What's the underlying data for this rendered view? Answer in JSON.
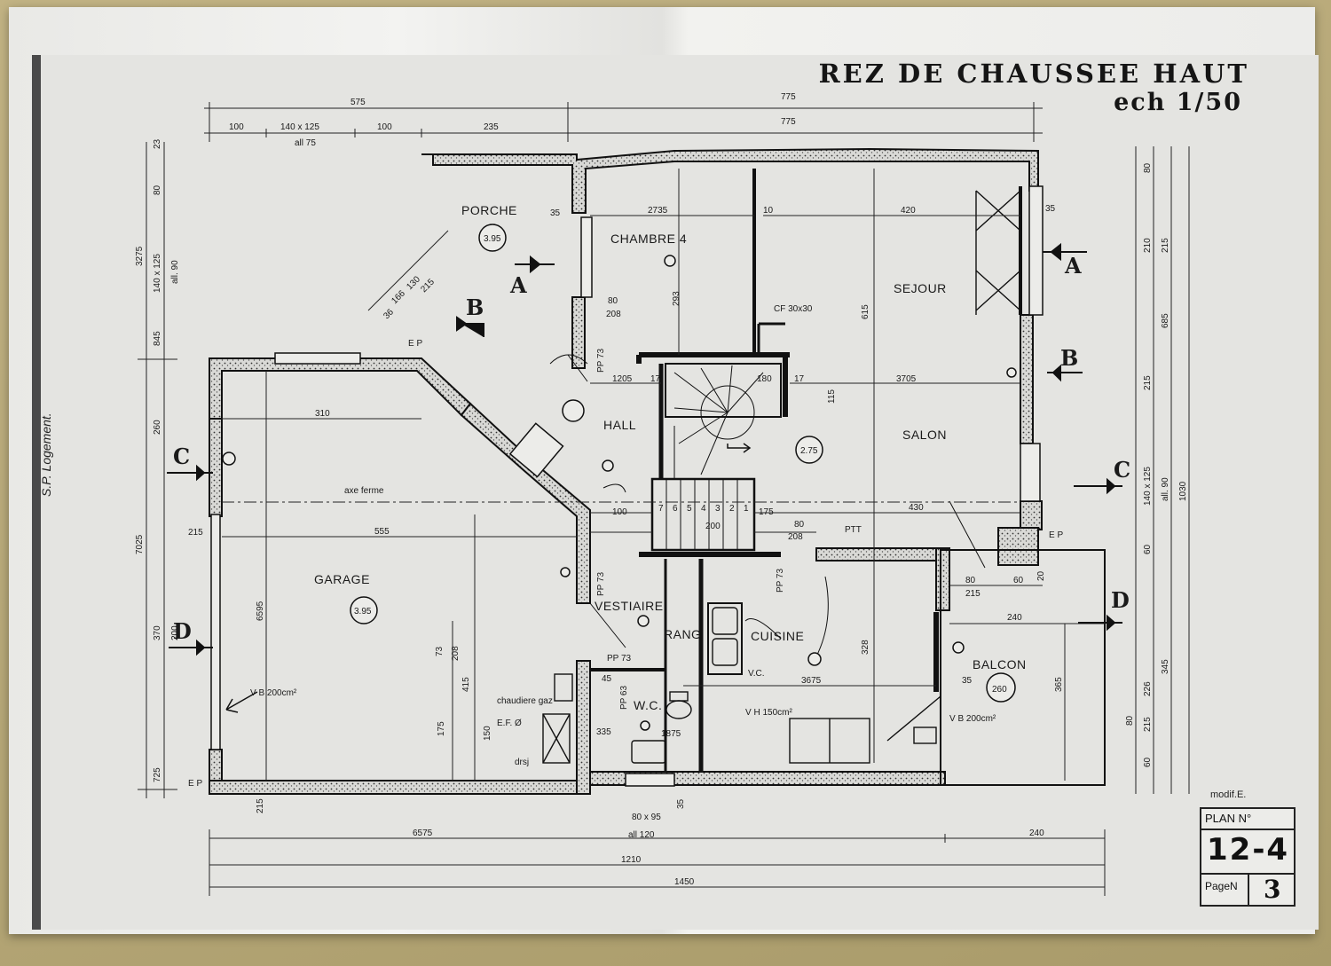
{
  "title": "REZ DE CHAUSSEE HAUT",
  "scale": "ech 1/50",
  "side_note": "S.P. Logement.",
  "rooms": {
    "porche": "PORCHE",
    "porche_level": "3.95",
    "chambre": "CHAMBRE 4",
    "sejour": "SEJOUR",
    "salon": "SALON",
    "hall": "HALL",
    "hall_level": "2.75",
    "garage": "GARAGE",
    "garage_level": "3.95",
    "vestiaire": "VESTIAIRE",
    "rang": "RANG",
    "cuisine": "CUISINE",
    "wc": "W.C.",
    "balcon": "BALCON",
    "balcon_level": "260"
  },
  "notes": {
    "axe_ferme": "axe ferme",
    "vb_garage": "V B 200cm²",
    "vb_balcon": "V B 200cm²",
    "chaudiere": "chaudiere gaz",
    "ef": "E.F. Ø",
    "drsj": "drsj",
    "cf": "CF 30x30",
    "vh": "V H 150cm²",
    "ep1": "E P",
    "ep2": "E P",
    "ep3": "E P",
    "pp73_a": "PP 73",
    "pp73_b": "PP 73",
    "pp73_c": "PP 73",
    "pp73_d": "PP 73",
    "pp63": "PP 63",
    "vc": "V.C.",
    "ptt": "PTT",
    "window_80x95": "80 x 95",
    "window_all120": "all 120",
    "window_140x125": "140 x 125",
    "window_all75": "all 75"
  },
  "sections": {
    "a": "A",
    "b": "B",
    "c": "C",
    "d": "D"
  },
  "dims": {
    "top_575": "575",
    "top_775a": "775",
    "top_775b": "775",
    "top_100a": "100",
    "top_100b": "100",
    "top_235": "235",
    "d2735": "2735",
    "d10": "10",
    "d420": "420",
    "d35a": "35",
    "d35b": "35",
    "d310": "310",
    "d555": "555",
    "d430": "430",
    "d3705": "3705",
    "d1205": "1205",
    "d17a": "17",
    "d180": "180",
    "d17b": "17",
    "d100": "100",
    "d175": "175",
    "d80a": "80",
    "d208a": "208",
    "d80b": "80",
    "d208b": "208",
    "d200": "200",
    "d115": "115",
    "d293": "293",
    "d615": "615",
    "d328": "328",
    "d3675": "3675",
    "d240a": "240",
    "d80c": "80",
    "d215a": "215",
    "d60": "60",
    "d20": "20",
    "d166": "166",
    "d130": "130",
    "d215b": "215",
    "d36": "36",
    "d6595": "6595",
    "d415": "415",
    "d73": "73",
    "d208c": "208",
    "d175b": "175",
    "d150": "150",
    "d1875": "1875",
    "d335": "335",
    "d45": "45",
    "d35c": "35",
    "d365": "365",
    "left_23": "23",
    "left_80": "80",
    "left_3275": "3275",
    "left_140x125": "140 x 125",
    "left_all90": "all. 90",
    "left_845": "845",
    "left_260": "260",
    "left_7025": "7025",
    "left_370": "370",
    "left_200": "200",
    "left_725": "725",
    "left_215": "215",
    "right_80": "80",
    "right_210": "210",
    "right_215": "215",
    "right_685": "685",
    "right_1030": "1030",
    "right_215b": "215",
    "right_140x125": "140 x 125",
    "right_all90": "all. 90",
    "right_60": "60",
    "right_345": "345",
    "right_226": "226",
    "right_80b": "80",
    "right_215c": "215",
    "right_60b": "60",
    "bot_6575": "6575",
    "bot_240": "240",
    "bot_1210": "1210",
    "bot_1450": "1450",
    "bot_215": "215",
    "bot_35": "35"
  },
  "stairs": [
    "7",
    "6",
    "5",
    "4",
    "3",
    "2",
    "1"
  ],
  "cartouche": {
    "modif": "modif.E.",
    "plan_label": "PLAN N°",
    "plan_number": "12-4",
    "page_label": "PageN",
    "page_number": "3"
  }
}
